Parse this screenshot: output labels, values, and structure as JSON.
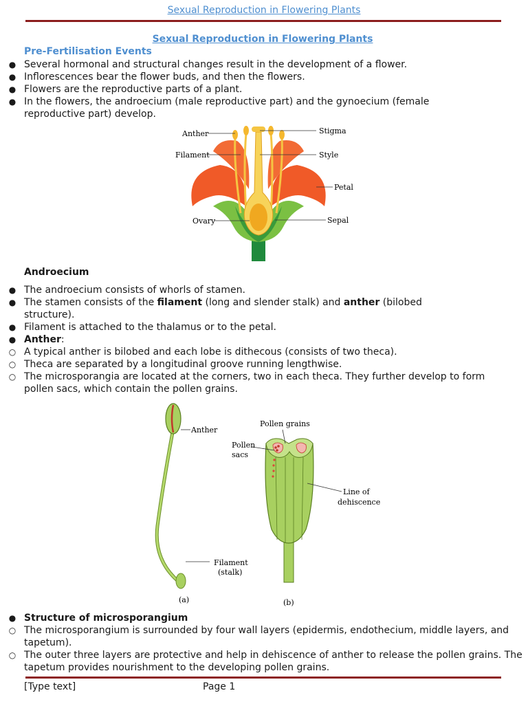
{
  "header": {
    "link": "Sexual Reproduction in Flowering Plants"
  },
  "title": "Sexual Reproduction in Flowering Plants",
  "section1": {
    "heading": "Pre-Fertilisation Events",
    "bullets": [
      "Several hormonal and structural changes result in the development of a flower.",
      "Inflorescences bear the flower buds, and then the flowers.",
      "Flowers are the reproductive parts of a plant.",
      "In the flowers, the androecium (male reproductive part) and the gynoecium (female reproductive part) develop."
    ]
  },
  "figure1": {
    "labels": {
      "anther": "Anther",
      "filament": "Filament",
      "ovary": "Ovary",
      "stigma": "Stigma",
      "style": "Style",
      "petal": "Petal",
      "sepal": "Sepal"
    }
  },
  "section2": {
    "heading": "Androecium",
    "b1": "The androecium consists of whorls of stamen.",
    "b2_pre": "The stamen consists of the ",
    "b2_bold1": "filament",
    "b2_mid": " (long and slender stalk) and ",
    "b2_bold2": "anther",
    "b2_post": " (bilobed structure).",
    "b3": "Filament is attached to the thalamus or to the petal.",
    "b4_bold": "Anther",
    "b4_post": ":",
    "sub": [
      "A typical anther is bilobed and each lobe is dithecous (consists of two theca).",
      "Theca are separated by a longitudinal groove running lengthwise.",
      "The microsporangia are located at the corners, two in each theca. They further develop to form pollen sacs, which contain the pollen grains."
    ]
  },
  "figure2": {
    "labels": {
      "anther": "Anther",
      "filament1": "Filament",
      "filament2": "(stalk)",
      "pollen_grains": "Pollen grains",
      "pollen1": "Pollen",
      "pollen2": "sacs",
      "line1": "Line of",
      "line2": "dehiscence",
      "a": "(a)",
      "b": "(b)"
    }
  },
  "section3": {
    "heading": "Structure of microsporangium",
    "sub": [
      "The microsporangium is surrounded by four wall layers (epidermis, endothecium, middle layers, and tapetum).",
      "The outer three layers are protective and help in dehiscence of anther to release the pollen grains. The tapetum provides nourishment to the developing pollen grains."
    ]
  },
  "footer": {
    "left": "[Type text]",
    "page": "Page 1"
  }
}
